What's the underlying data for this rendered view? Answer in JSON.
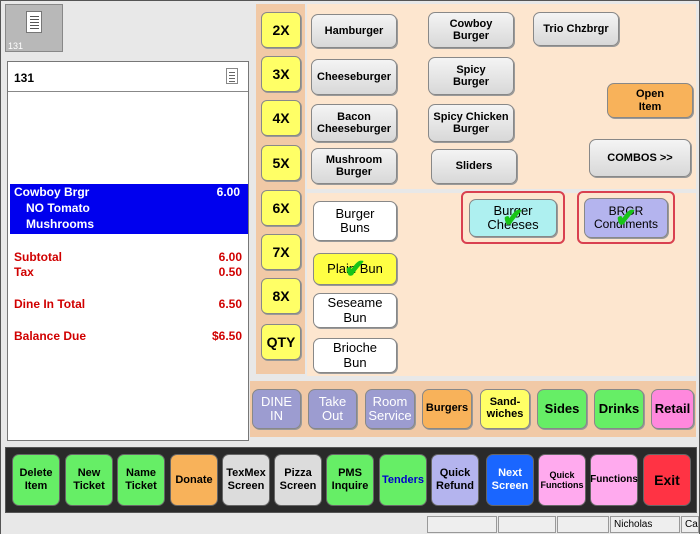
{
  "thumb": {
    "number": "131"
  },
  "ticket": {
    "number": "131",
    "item": {
      "name": "Cowboy Brgr",
      "price": "6.00",
      "mods": [
        "NO Tomato",
        "Mushrooms"
      ]
    },
    "subtotal_label": "Subtotal",
    "subtotal": "6.00",
    "tax_label": "Tax",
    "tax": "0.50",
    "dine_label": "Dine In Total",
    "dine": "6.50",
    "balance_label": "Balance Due",
    "balance": "$6.50"
  },
  "multipliers": [
    "2X",
    "3X",
    "4X",
    "5X",
    "6X",
    "7X",
    "8X",
    "QTY"
  ],
  "menu_items": [
    {
      "label": "Hamburger"
    },
    {
      "label": "Cowboy\nBurger"
    },
    {
      "label": "Trio Chzbrgr"
    },
    {
      "label": "Cheeseburger"
    },
    {
      "label": "Spicy\nBurger"
    },
    {
      "label": "Bacon\nCheeseburger"
    },
    {
      "label": "Spicy Chicken\nBurger"
    },
    {
      "label": "Mushroom\nBurger"
    },
    {
      "label": "Sliders"
    },
    {
      "label": "Open\nItem"
    },
    {
      "label": "COMBOS >>"
    }
  ],
  "buns": [
    {
      "label": "Burger\nBuns"
    },
    {
      "label": "Plain Bun"
    },
    {
      "label": "Seseame\nBun"
    },
    {
      "label": "Brioche\nBun"
    }
  ],
  "options": [
    {
      "label": "Burger\nCheeses"
    },
    {
      "label": "BRGR\nCondiments"
    }
  ],
  "check_glyph": "✔",
  "categories": [
    {
      "label": "DINE\nIN"
    },
    {
      "label": "Take\nOut"
    },
    {
      "label": "Room\nService"
    },
    {
      "label": "Burgers"
    },
    {
      "label": "Sand-\nwiches"
    },
    {
      "label": "Sides"
    },
    {
      "label": "Drinks"
    },
    {
      "label": "Retail"
    }
  ],
  "functions": [
    {
      "label": "Delete\nItem"
    },
    {
      "label": "New\nTicket"
    },
    {
      "label": "Name\nTicket"
    },
    {
      "label": "Donate"
    },
    {
      "label": "TexMex\nScreen"
    },
    {
      "label": "Pizza\nScreen"
    },
    {
      "label": "PMS\nInquire"
    },
    {
      "label": "Tenders"
    },
    {
      "label": "Quick\nRefund"
    },
    {
      "label": "Next\nScreen"
    },
    {
      "label": "Quick\nFunctions"
    },
    {
      "label": "Functions"
    },
    {
      "label": "Exit"
    }
  ],
  "status": {
    "user": "Nicholas",
    "extra": "Ca"
  },
  "colors": {
    "accent_blue": "#0000ee",
    "total_red": "#d00000",
    "multiplier_yellow": "#ffff66",
    "panel_peach": "#fde6cf",
    "highlight_red": "#d94050",
    "check_green": "#18c418"
  }
}
